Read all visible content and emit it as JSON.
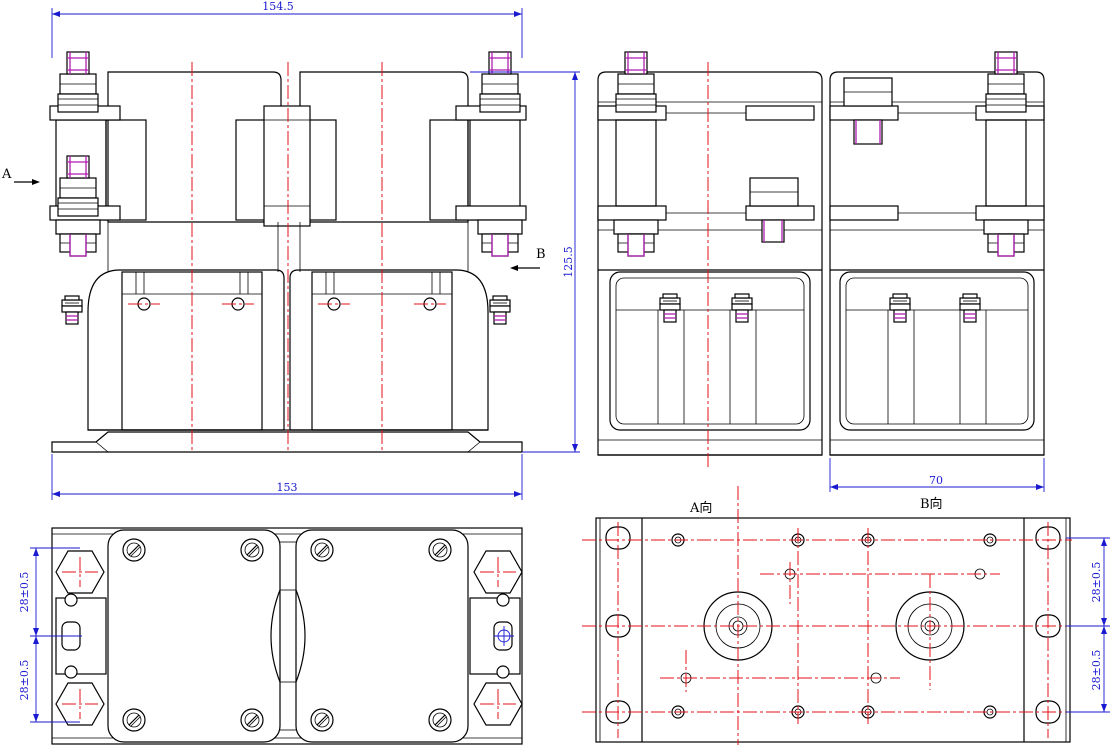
{
  "dimensions": {
    "top_width": "154.5",
    "bottom_width": "153",
    "height": "125.5",
    "side_width": "70",
    "pitch_left_upper": "28±0.5",
    "pitch_left_lower": "28±0.5",
    "pitch_right_upper": "28±0.5",
    "pitch_right_lower": "28±0.5"
  },
  "labels": {
    "arrow_a": "A",
    "arrow_b": "B",
    "view_a": "A向",
    "view_b": "B向"
  },
  "colors": {
    "outline": "#000000",
    "centerline": "#e0101a",
    "dimension": "#1a1ad0",
    "threads": "#b01cb0"
  }
}
